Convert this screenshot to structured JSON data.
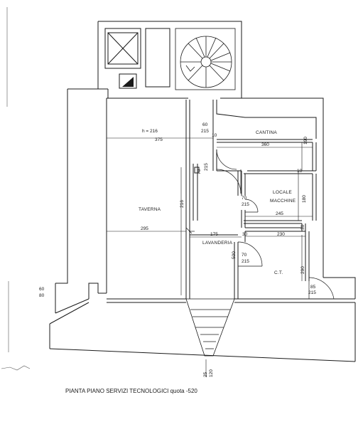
{
  "caption": "PIANTA PIANO SERVIZI TECNOLOGICI quota -520",
  "rooms": {
    "cantina": "CANTINA",
    "locale_1": "LOCALE",
    "locale_2": "MACCHINE",
    "taverna": "TAVERNA",
    "lavanderia": "LAVANDERIA",
    "ct": "C.T."
  },
  "dimensions": {
    "h_216": "h = 216",
    "d_375": "375",
    "d_60": "60",
    "d_215_a": "215",
    "d_10": "10",
    "d_360": "360",
    "d_190": "190",
    "d_70_v": "70",
    "d_215_v": "215",
    "d_10_b": "10",
    "d_70_a": "70",
    "d_215_b": "215",
    "d_180": "180",
    "d_245": "245",
    "d_216_v": "216",
    "d_295": "295",
    "d_175": "175",
    "d_30_a": "30",
    "d_230": "230",
    "d_30_b": "30",
    "d_70_b": "70",
    "d_215_c": "215",
    "d_290": "290",
    "d_500": "500",
    "d_60_b": "60",
    "d_80": "80",
    "d_85": "85",
    "d_215_d": "215",
    "d_25": "25",
    "d_120": "120"
  },
  "colors": {
    "line": "#1a1a1a",
    "paper": "#ffffff"
  }
}
